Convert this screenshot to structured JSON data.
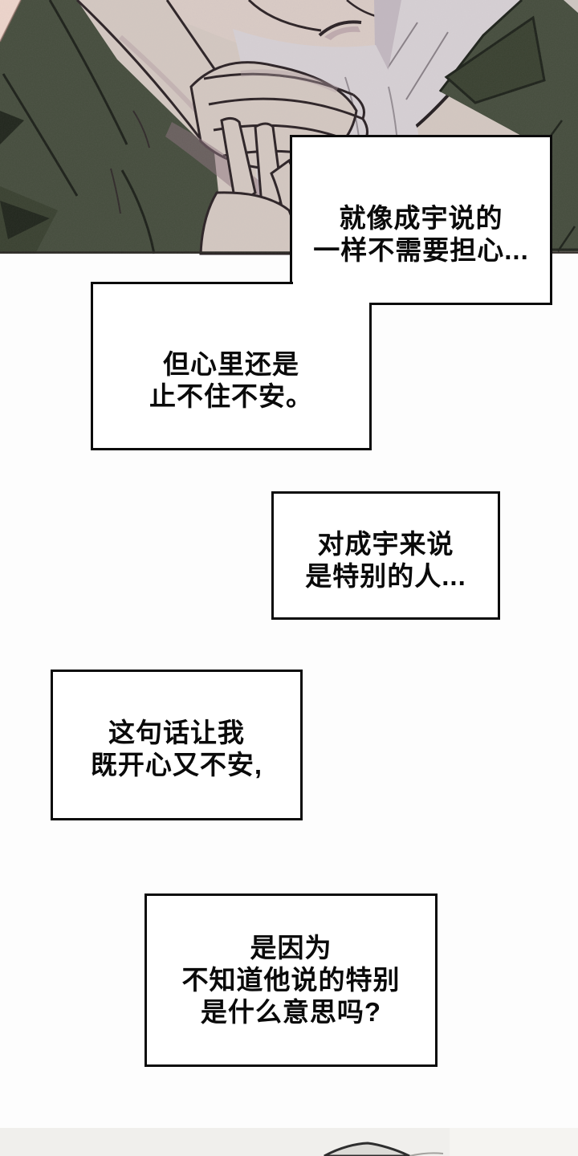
{
  "page": {
    "background_color": "#fdfdfd"
  },
  "artwork": {
    "colors": {
      "jacket_green": "#454d3d",
      "jacket_green_dark": "#394130",
      "jacket_fold_line": "#1d221a",
      "skin": "#d3c8c1",
      "skin_shadow": "#b5a0a6",
      "skin_outline": "#2b2225",
      "scarf": "#d6d0d4",
      "scarf_shadow": "#bdb2ba",
      "neck_skin": "#d9cbc5",
      "corner_skin": "#edd5cb",
      "pale_corner": "#cdc6c1",
      "gap_shadow": "#8d7480"
    }
  },
  "captions": {
    "style": {
      "border_color": "#0b0b0b",
      "background": "#ffffff",
      "text_color": "#0a0a0a"
    },
    "boxes": [
      {
        "lines": [
          "就像成宇说的",
          "一样不需要担心..."
        ]
      },
      {
        "lines": [
          "但心里还是",
          "止不住不安。"
        ]
      },
      {
        "lines": [
          "对成宇来说",
          "是特别的人..."
        ]
      },
      {
        "lines": [
          "这句话让我",
          "既开心又不安,"
        ]
      },
      {
        "lines": [
          "是因为",
          "不知道他说的特别",
          "是什么意思吗?"
        ]
      }
    ]
  },
  "next_panel": {
    "band_color": "#f0efec",
    "band_color_light": "#f5f4f1",
    "figure_fill": "#dcdbd7",
    "figure_outline": "#2e2e2e"
  }
}
